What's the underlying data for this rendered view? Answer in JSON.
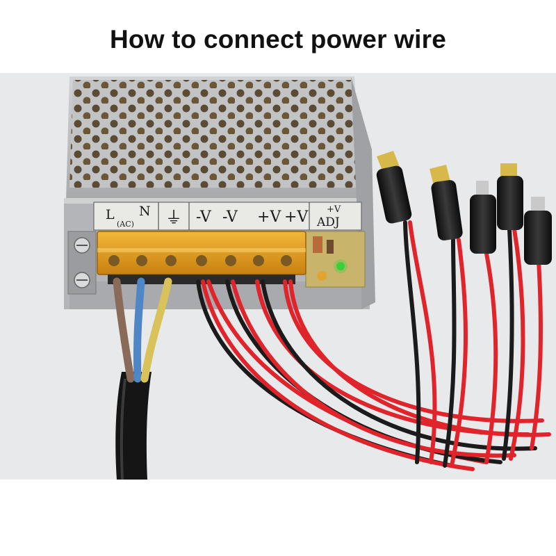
{
  "page": {
    "title": "How to connect power wire"
  },
  "photo": {
    "subject": "switching-power-supply",
    "terminal_labels": {
      "ac_l": "L",
      "ac_n": "N",
      "ac_sub": "(AC)",
      "ground": "⏚",
      "neg1": "-V",
      "neg2": "-V",
      "pos1": "+V",
      "pos2": "+V",
      "adj_top": "+V",
      "adj_bottom": "ADJ"
    },
    "colors": {
      "casing": "#b9bbbe",
      "terminal_cover": "#e7a21d",
      "wire_red": "#e0242b",
      "wire_black": "#1b1b1b",
      "ac_cable": "#151515",
      "wire_blue": "#4f86c6",
      "wire_brown": "#8a6b5a",
      "wire_yellow": "#d9c25a",
      "plug_tip": "#d7b84a",
      "led": "#39d23a",
      "pcb": "#c8b56b"
    }
  }
}
